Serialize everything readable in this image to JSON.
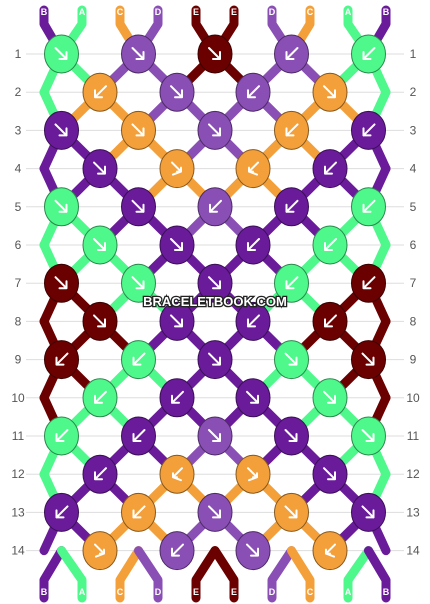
{
  "watermark": "BRACELETBOOK.COM",
  "colors": {
    "A": "#4ef88b",
    "B": "#6a1b9a",
    "C": "#f4a03a",
    "D": "#8a4fb5",
    "E": "#6b0000"
  },
  "top_strings": [
    "B",
    "A",
    "C",
    "D",
    "E",
    "E",
    "D",
    "C",
    "A",
    "B"
  ],
  "bottom_strings": [
    "B",
    "A",
    "C",
    "D",
    "E",
    "E",
    "D",
    "C",
    "A",
    "B"
  ],
  "row_numbers": [
    "1",
    "2",
    "3",
    "4",
    "5",
    "6",
    "7",
    "8",
    "9",
    "10",
    "11",
    "12",
    "13",
    "14"
  ],
  "knot_rows": [
    [
      {
        "c": "A",
        "d": "dr"
      },
      {
        "c": "D",
        "d": "dr"
      },
      {
        "c": "E",
        "d": "dr"
      },
      {
        "c": "D",
        "d": "dl"
      },
      {
        "c": "A",
        "d": "dl"
      }
    ],
    [
      {
        "c": "C",
        "d": "dl"
      },
      {
        "c": "D",
        "d": "dr"
      },
      {
        "c": "D",
        "d": "dl"
      },
      {
        "c": "C",
        "d": "dr"
      }
    ],
    [
      {
        "c": "B",
        "d": "dr"
      },
      {
        "c": "C",
        "d": "dr"
      },
      {
        "c": "D",
        "d": "dr"
      },
      {
        "c": "C",
        "d": "dl"
      },
      {
        "c": "B",
        "d": "dl"
      }
    ],
    [
      {
        "c": "B",
        "d": "dr"
      },
      {
        "c": "C",
        "d": "fr"
      },
      {
        "c": "C",
        "d": "fl"
      },
      {
        "c": "B",
        "d": "dl"
      }
    ],
    [
      {
        "c": "A",
        "d": "dr"
      },
      {
        "c": "B",
        "d": "dr"
      },
      {
        "c": "D",
        "d": "dl"
      },
      {
        "c": "B",
        "d": "dl"
      },
      {
        "c": "A",
        "d": "dl"
      }
    ],
    [
      {
        "c": "A",
        "d": "dr"
      },
      {
        "c": "B",
        "d": "dr"
      },
      {
        "c": "B",
        "d": "dl"
      },
      {
        "c": "A",
        "d": "dl"
      }
    ],
    [
      {
        "c": "E",
        "d": "dr"
      },
      {
        "c": "A",
        "d": "dr"
      },
      {
        "c": "B",
        "d": "dr"
      },
      {
        "c": "A",
        "d": "dl"
      },
      {
        "c": "E",
        "d": "dl"
      }
    ],
    [
      {
        "c": "E",
        "d": "dr"
      },
      {
        "c": "B",
        "d": "dr"
      },
      {
        "c": "B",
        "d": "dl"
      },
      {
        "c": "E",
        "d": "dl"
      }
    ],
    [
      {
        "c": "E",
        "d": "dl"
      },
      {
        "c": "A",
        "d": "dl"
      },
      {
        "c": "B",
        "d": "dr"
      },
      {
        "c": "A",
        "d": "dr"
      },
      {
        "c": "E",
        "d": "dr"
      }
    ],
    [
      {
        "c": "A",
        "d": "dl"
      },
      {
        "c": "B",
        "d": "dl"
      },
      {
        "c": "B",
        "d": "dr"
      },
      {
        "c": "A",
        "d": "dr"
      }
    ],
    [
      {
        "c": "A",
        "d": "dl"
      },
      {
        "c": "B",
        "d": "dl"
      },
      {
        "c": "D",
        "d": "dr"
      },
      {
        "c": "B",
        "d": "dr"
      },
      {
        "c": "A",
        "d": "dr"
      }
    ],
    [
      {
        "c": "B",
        "d": "dl"
      },
      {
        "c": "C",
        "d": "fl"
      },
      {
        "c": "C",
        "d": "fr"
      },
      {
        "c": "B",
        "d": "dr"
      }
    ],
    [
      {
        "c": "B",
        "d": "dl"
      },
      {
        "c": "C",
        "d": "dl"
      },
      {
        "c": "D",
        "d": "dr"
      },
      {
        "c": "C",
        "d": "dr"
      },
      {
        "c": "B",
        "d": "dr"
      }
    ],
    [
      {
        "c": "C",
        "d": "fr"
      },
      {
        "c": "D",
        "d": "dl"
      },
      {
        "c": "D",
        "d": "dr"
      },
      {
        "c": "C",
        "d": "fl"
      }
    ]
  ]
}
